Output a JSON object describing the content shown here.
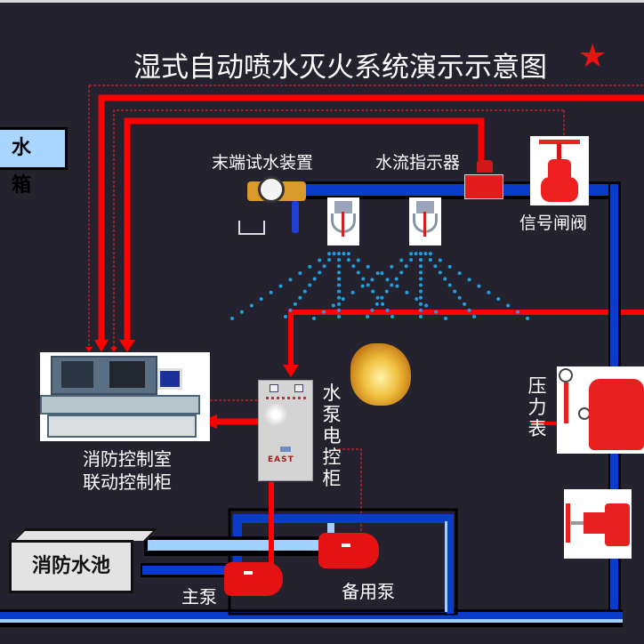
{
  "title": "湿式自动喷水灭火系统演示示意图",
  "title_icon": "star-icon",
  "colors": {
    "background": "#24222f",
    "signal_line": "#ff0000",
    "water_pipe": "#0a3ccc",
    "suction_pipe": "#9fd0ff",
    "spray": "#1ea0e0",
    "title_star": "#ee1111"
  },
  "components": {
    "water_tank": "水 箱",
    "end_test_device": "末端试水装置",
    "flow_indicator": "水流指示器",
    "signal_gate_valve": "信号闸阀",
    "control_room_line1": "消防控制室",
    "control_room_line2": "联动控制柜",
    "pump_control_cabinet": "水泵电控柜",
    "pressure_gauge": "压力表",
    "fire_pool": "消防水池",
    "main_pump": "主泵",
    "standby_pump": "备用泵",
    "cabinet_brand": "EAST"
  }
}
